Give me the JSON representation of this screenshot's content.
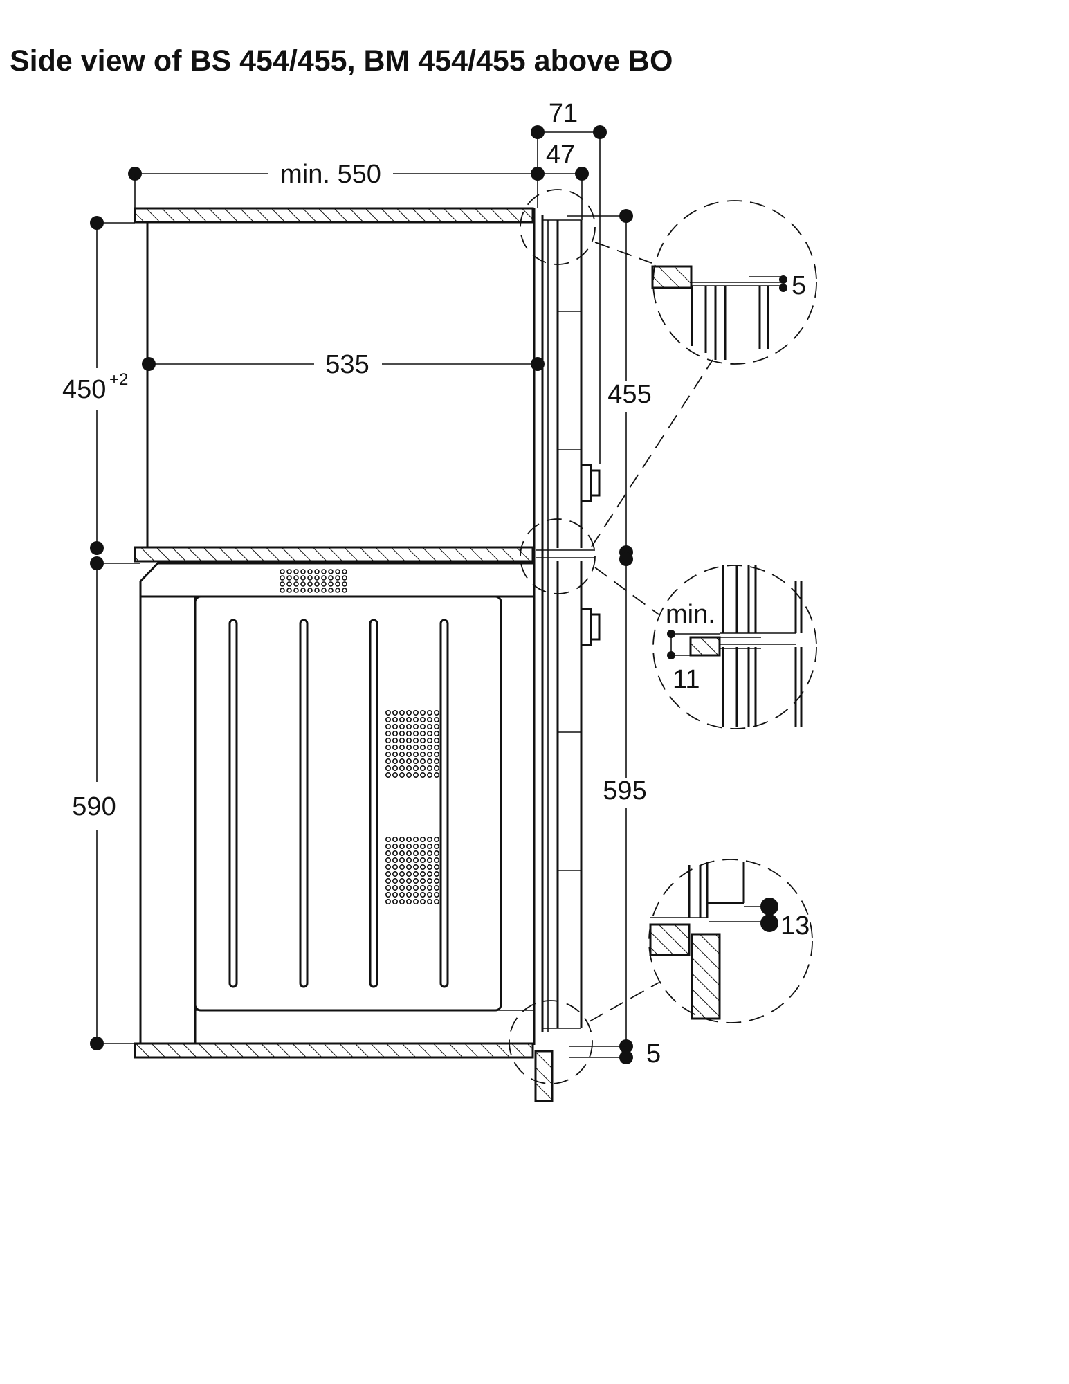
{
  "title": "Side view of BS 454/455, BM 454/455 above BO",
  "dimensions": {
    "top_71": "71",
    "top_47": "47",
    "depth_min_550": "min. 550",
    "inner_535": "535",
    "height_450": "450",
    "height_450_tolerance": "+2",
    "front_455": "455",
    "height_590": "590",
    "front_595": "595",
    "bottom_gap_5": "5"
  },
  "details": {
    "top_gap": "5",
    "middle_min_label": "min.",
    "middle_min_value": "11",
    "bottom_value": "13"
  },
  "colors": {
    "line": "#111111",
    "background": "#ffffff"
  }
}
